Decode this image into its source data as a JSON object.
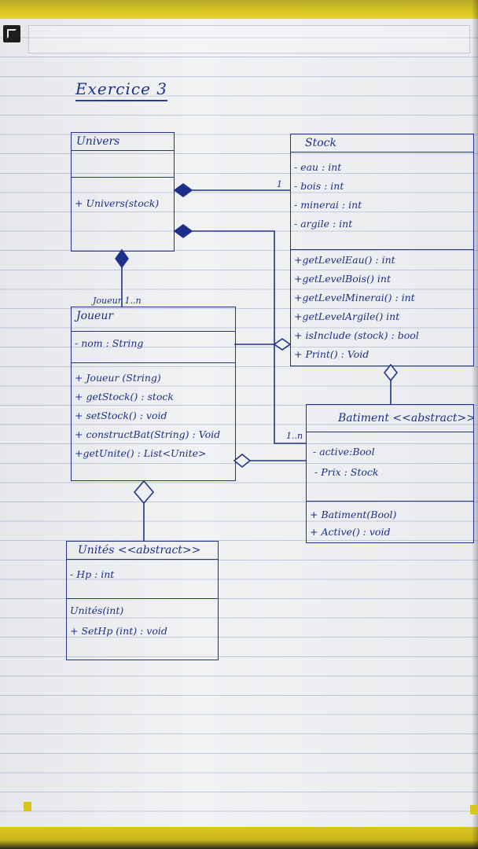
{
  "title": "Exercice 3",
  "classes": {
    "univers": {
      "name": "Univers",
      "attributes": [],
      "methods": [
        "+ Univers(stock)"
      ]
    },
    "stock": {
      "name": "Stock",
      "attributes": [
        "- eau : int",
        "- bois : int",
        "- minerai : int",
        "- argile : int"
      ],
      "methods": [
        "+getLevelEau() : int",
        "+getLevelBois() int",
        "+getLevelMinerai() : int",
        "+getLevelArgile() int",
        "+ isInclude (stock) : bool",
        "+ Print() : Void"
      ]
    },
    "joueur": {
      "name": "Joueur",
      "attributes": [
        "- nom : String"
      ],
      "methods": [
        "+ Joueur (String)",
        "+ getStock() : stock",
        "+ setStock() : void",
        "+ constructBat(String) : Void",
        "+getUnite() : List<Unite>"
      ]
    },
    "batiment": {
      "name": "Batiment <<abstract>>",
      "attributes": [
        "- active:Bool",
        "- Prix : Stock"
      ],
      "methods": [
        "+ Batiment(Bool)",
        "+ Active() : void"
      ]
    },
    "unites": {
      "name": "Unités <<abstract>>",
      "attributes": [
        "- Hp : int"
      ],
      "methods": [
        "Unités(int)",
        "+ SetHp (int) : void"
      ]
    }
  },
  "multiplicities": {
    "univers_stock": "1",
    "univers_joueur": "Joueur 1..n",
    "joueur_batiment": "1..n"
  },
  "colors": {
    "ink": "#1d2f8a",
    "paper": "#eceef0",
    "band": "#d8c51e"
  }
}
